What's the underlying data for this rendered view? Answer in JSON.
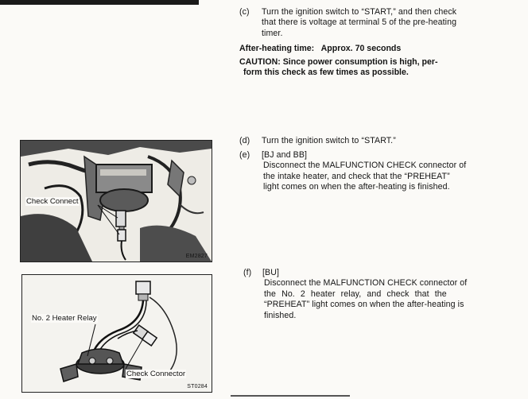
{
  "step_c": {
    "label": "(c)",
    "line1": "Turn the ignition switch to “START,” and then check",
    "line2": "that there is voltage at terminal 5 of the pre-heating",
    "line3": "timer."
  },
  "after_heating": "After-heating time:   Approx. 70 seconds",
  "caution": {
    "line1": "CAUTION:  Since power consumption is high, per-",
    "line2": "form this check as few times as possible."
  },
  "step_d": {
    "label": "(d)",
    "text": "Turn the ignition switch to “START.”"
  },
  "step_e": {
    "label": "(e)",
    "model": "[BJ and BB]",
    "line1": "Disconnect the MALFUNCTION CHECK connector of",
    "line2": "the intake heater, and check that the “PREHEAT”",
    "line3": "light comes on when the after-heating is finished."
  },
  "step_f": {
    "label": "(f)",
    "model": "[BU]",
    "line1": "Disconnect the MALFUNCTION CHECK connector of",
    "line2": "the No. 2 heater relay, and check that the",
    "line3": "“PREHEAT” light comes on when the after-heating is",
    "line4": "finished."
  },
  "figure1": {
    "label": "Check Connect",
    "code": "EM2827"
  },
  "figure2": {
    "relay_label": "No. 2 Heater Relay",
    "connector_label": "Check Connector",
    "code": "ST0284"
  }
}
